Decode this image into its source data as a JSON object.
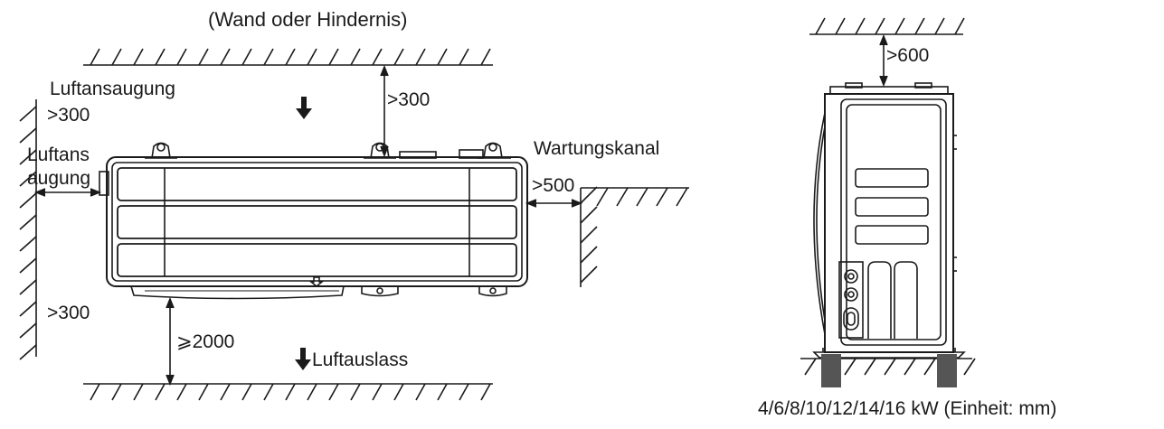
{
  "labels": {
    "top_obstacle": "(Wand oder Hindernis)",
    "air_intake_left": "Luftansaugung",
    "clearance_left_top": ">300",
    "air_intake_side_line1": "Luftans",
    "air_intake_side_line2": "augung",
    "clearance_top": ">300",
    "service_channel": "Wartungskanal",
    "clearance_right": ">500",
    "clearance_left_bottom": ">300",
    "clearance_front": "⩾2000",
    "air_outlet": "Luftauslass",
    "clearance_above_side": ">600",
    "caption": "4/6/8/10/12/14/16 kW (Einheit: mm)"
  }
}
